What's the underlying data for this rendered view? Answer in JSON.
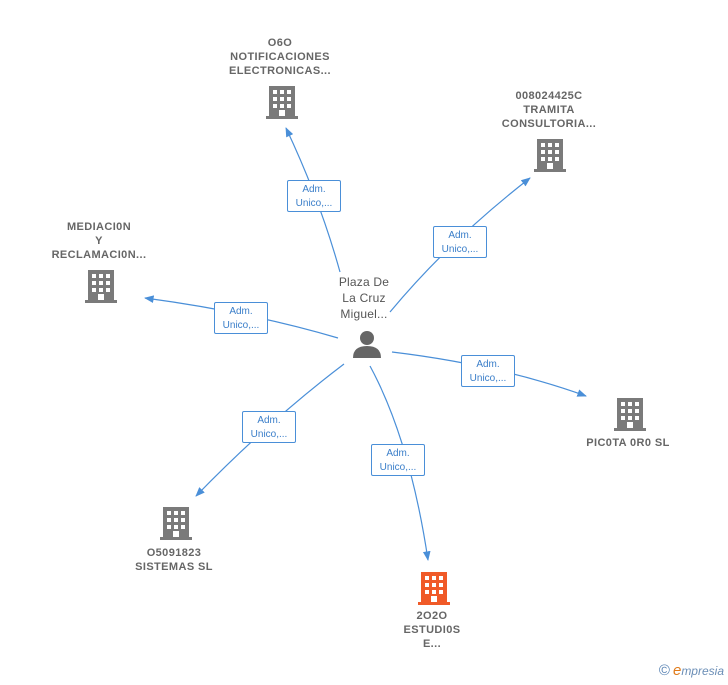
{
  "center": {
    "label": "Plaza De\nLa Cruz\nMiguel..."
  },
  "companies": [
    {
      "id": "c1",
      "label": "O6O\nNOTIFICACIONES\nELECTRONICAS...",
      "color": "#7a7a7a"
    },
    {
      "id": "c2",
      "label": "008024425C\nTRAMITA\nCONSULTORIA...",
      "color": "#7a7a7a"
    },
    {
      "id": "c3",
      "label": "MEDIACI0N\nY\nRECLAMACI0N...",
      "color": "#7a7a7a"
    },
    {
      "id": "c4",
      "label": "PIC0TA 0R0  SL",
      "color": "#7a7a7a"
    },
    {
      "id": "c5",
      "label": "O5091823\nSISTEMAS  SL",
      "color": "#7a7a7a"
    },
    {
      "id": "c6",
      "label": "2O2O\nESTUDI0S\nE...",
      "color": "#f05a28"
    }
  ],
  "roles": [
    {
      "id": "r1",
      "line1": "Adm.",
      "line2": "Unico,..."
    },
    {
      "id": "r2",
      "line1": "Adm.",
      "line2": "Unico,..."
    },
    {
      "id": "r3",
      "line1": "Adm.",
      "line2": "Unico,..."
    },
    {
      "id": "r4",
      "line1": "Adm.",
      "line2": "Unico,..."
    },
    {
      "id": "r5",
      "line1": "Adm.",
      "line2": "Unico,..."
    },
    {
      "id": "r6",
      "line1": "Adm.",
      "line2": "Unico,..."
    }
  ],
  "colors": {
    "edge": "#4a8fd8",
    "person": "#666666"
  },
  "watermark": {
    "copyright": "©",
    "brand_initial": "e",
    "brand_rest": "mpresia"
  }
}
